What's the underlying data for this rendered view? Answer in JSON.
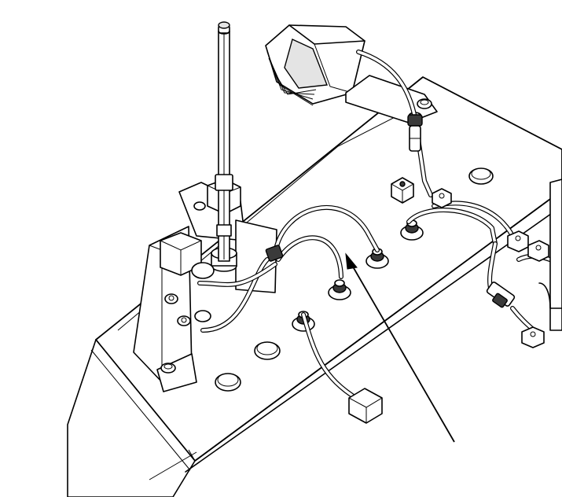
{
  "diagram": {
    "type": "technical line drawing",
    "colors": {
      "line": "#000000",
      "background": "#ffffff",
      "shading": "#e4e4e4"
    },
    "components": [
      "mounting-plate",
      "antenna-mast",
      "mast-bracket",
      "beacon-lamp",
      "wiring-harness",
      "grommets",
      "mounting-holes",
      "connector-plugs",
      "square-nut",
      "callout-leader-line"
    ]
  }
}
